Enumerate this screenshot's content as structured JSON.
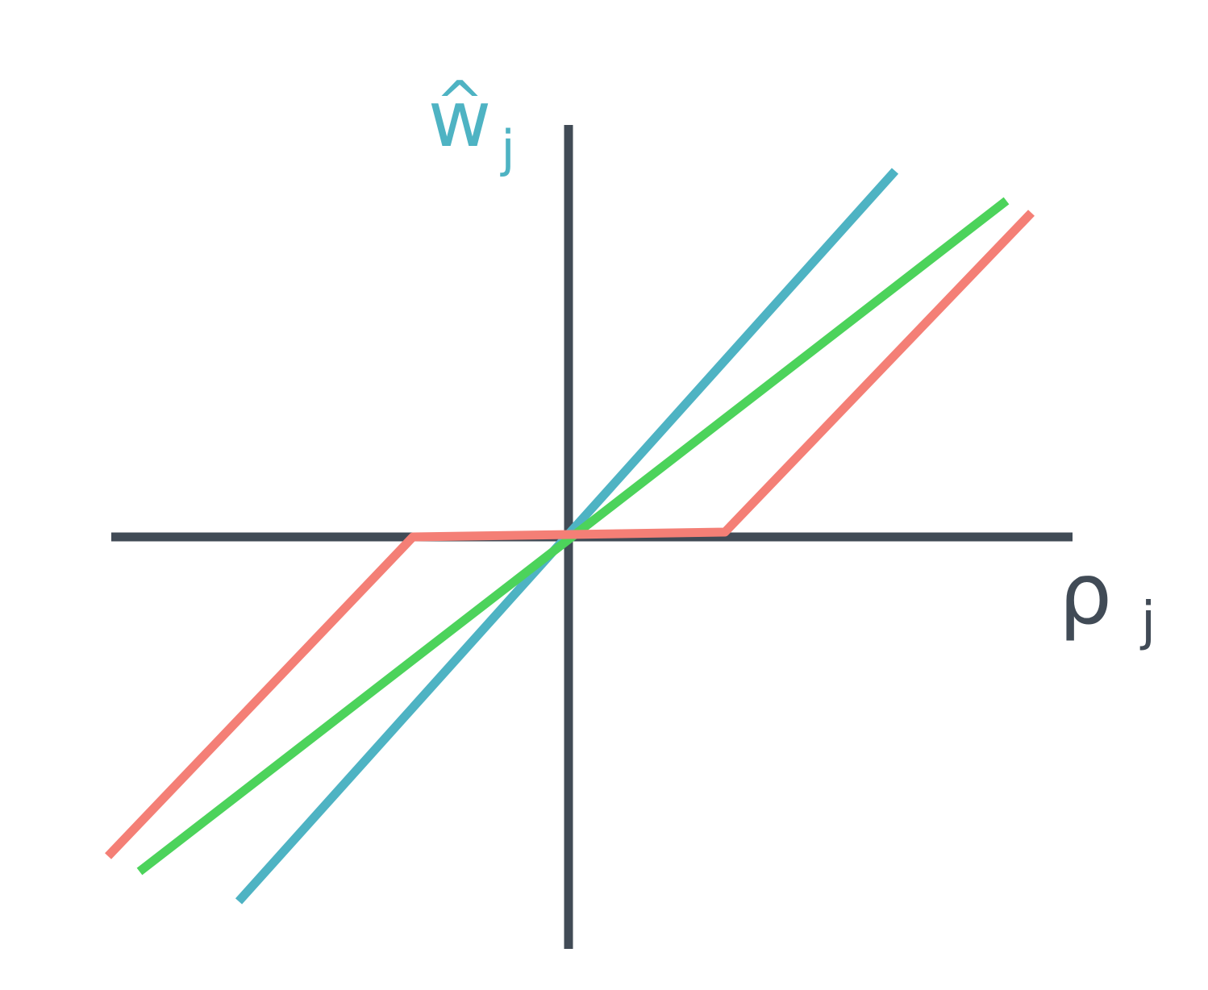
{
  "labels": {
    "y_main": "w",
    "y_hat": "^",
    "y_sub": "j",
    "x_main": "ρ",
    "x_sub": "j"
  },
  "colors": {
    "axis": "#414b56",
    "y_label": "#4eb3c3",
    "x_label": "#414b56",
    "blue_line": "#4eb3c3",
    "green_line": "#4cd35b",
    "red_line": "#f47f76"
  },
  "curves": [
    {
      "id": "blue-line",
      "color_key": "blue_line"
    },
    {
      "id": "green-line",
      "color_key": "green_line"
    },
    {
      "id": "red-line",
      "color_key": "red_line"
    }
  ]
}
